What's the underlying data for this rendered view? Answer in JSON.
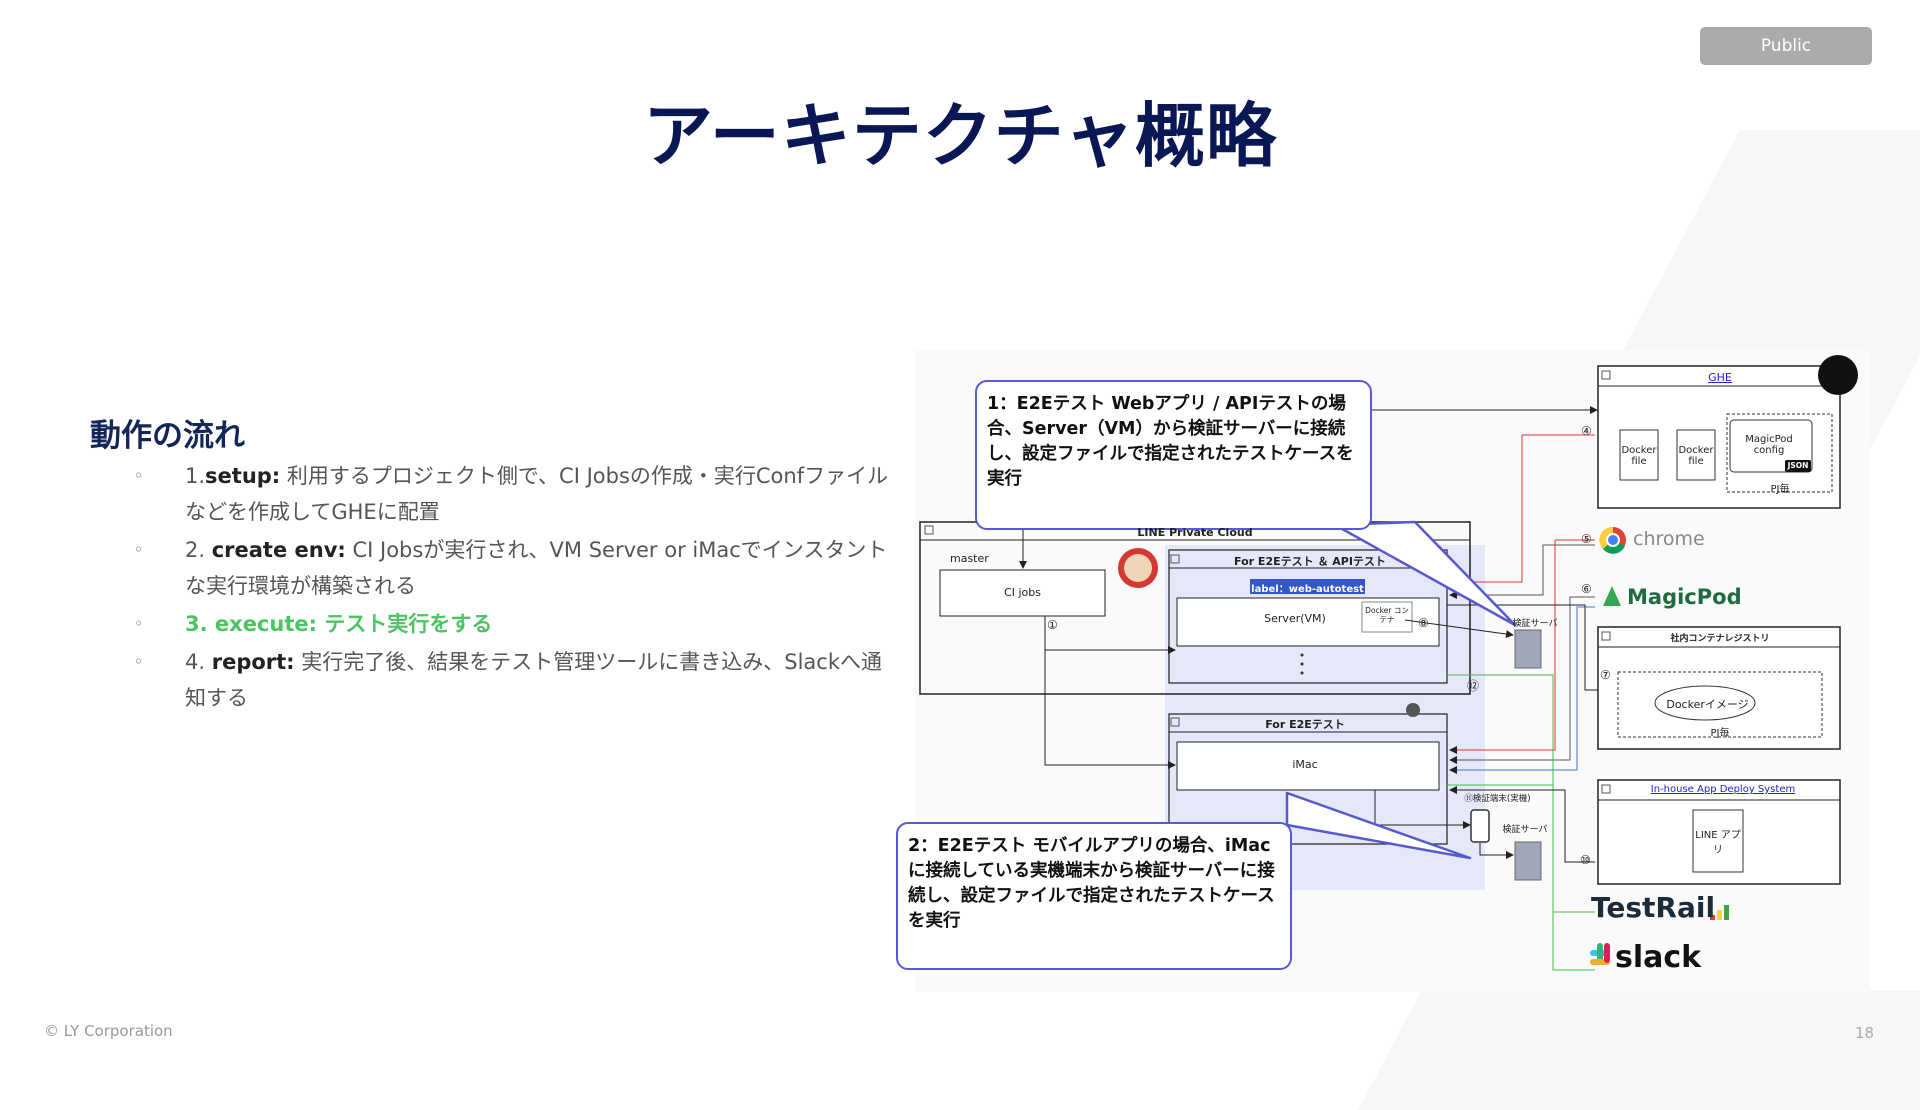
{
  "badge": "Public",
  "title": "アーキテクチャ概略",
  "flow": {
    "heading": "動作の流れ",
    "marker": "◦",
    "items": [
      {
        "prefix": "1.",
        "term": "setup:",
        "text": " 利用するプロジェクト側で、CI Jobsの作成・実行Confファイルなどを作成してGHEに配置"
      },
      {
        "prefix": "2. ",
        "term": "create env:",
        "text": " CI Jobsが実行され、VM Server or iMacでインスタントな実行環境が構築される"
      },
      {
        "prefix": "3. ",
        "term": "execute:",
        "text": " テスト実行をする"
      },
      {
        "prefix": "4. ",
        "term": "report:",
        "text": " 実行完了後、結果をテスト管理ツールに書き込み、Slackへ通知する"
      }
    ]
  },
  "diagram": {
    "callout1": "1：E2Eテスト Webアプリ / APIテストの場合、Server（VM）から検証サーバーに接続し、設定ファイルで指定されたテストケースを実行",
    "callout2": "2：E2Eテスト モバイルアプリの場合、iMacに接続している実機端末から検証サーバーに接続し、設定ファイルで指定されたテストケースを実行",
    "line_private_cloud": "LINE Private Cloud",
    "master": "master",
    "ci_jobs": "CI jobs",
    "for_e2e_api": "For E2Eテスト ＆ APIテスト",
    "label_web": "label：web-autotest",
    "server_vm": "Server(VM)",
    "docker_container": "Docker コンテナ",
    "kensho_server": "検証サーバ",
    "for_e2e": "For E2Eテスト",
    "imac": "iMac",
    "kensho_device": "⑪検証端末(実機)",
    "ghe": "GHE",
    "docker_file": "Docker file",
    "magicpod_config": "MagicPod config",
    "json": "JSON",
    "pj_each": "PJ毎",
    "chrome": "chrome",
    "magicpod": "MagicPod",
    "registry": "社内コンテナレジストリ",
    "docker_image": "Dockerイメージ",
    "deploy_system": "In-house App Deploy System",
    "line_app": "LINE アプリ",
    "testrail": "TestRail",
    "slack": "slack",
    "n1": "①",
    "n4": "④",
    "n5": "⑤",
    "n6": "⑥",
    "n7": "⑦",
    "n8": "⑧",
    "n10": "⑩",
    "n12": "⑫"
  },
  "footer": {
    "copyright": "© LY Corporation",
    "page": "18"
  },
  "colors": {
    "title": "#0a1755",
    "accent_green": "#4cc461",
    "callout_border": "#5659cf",
    "badge": "#a9abad"
  }
}
